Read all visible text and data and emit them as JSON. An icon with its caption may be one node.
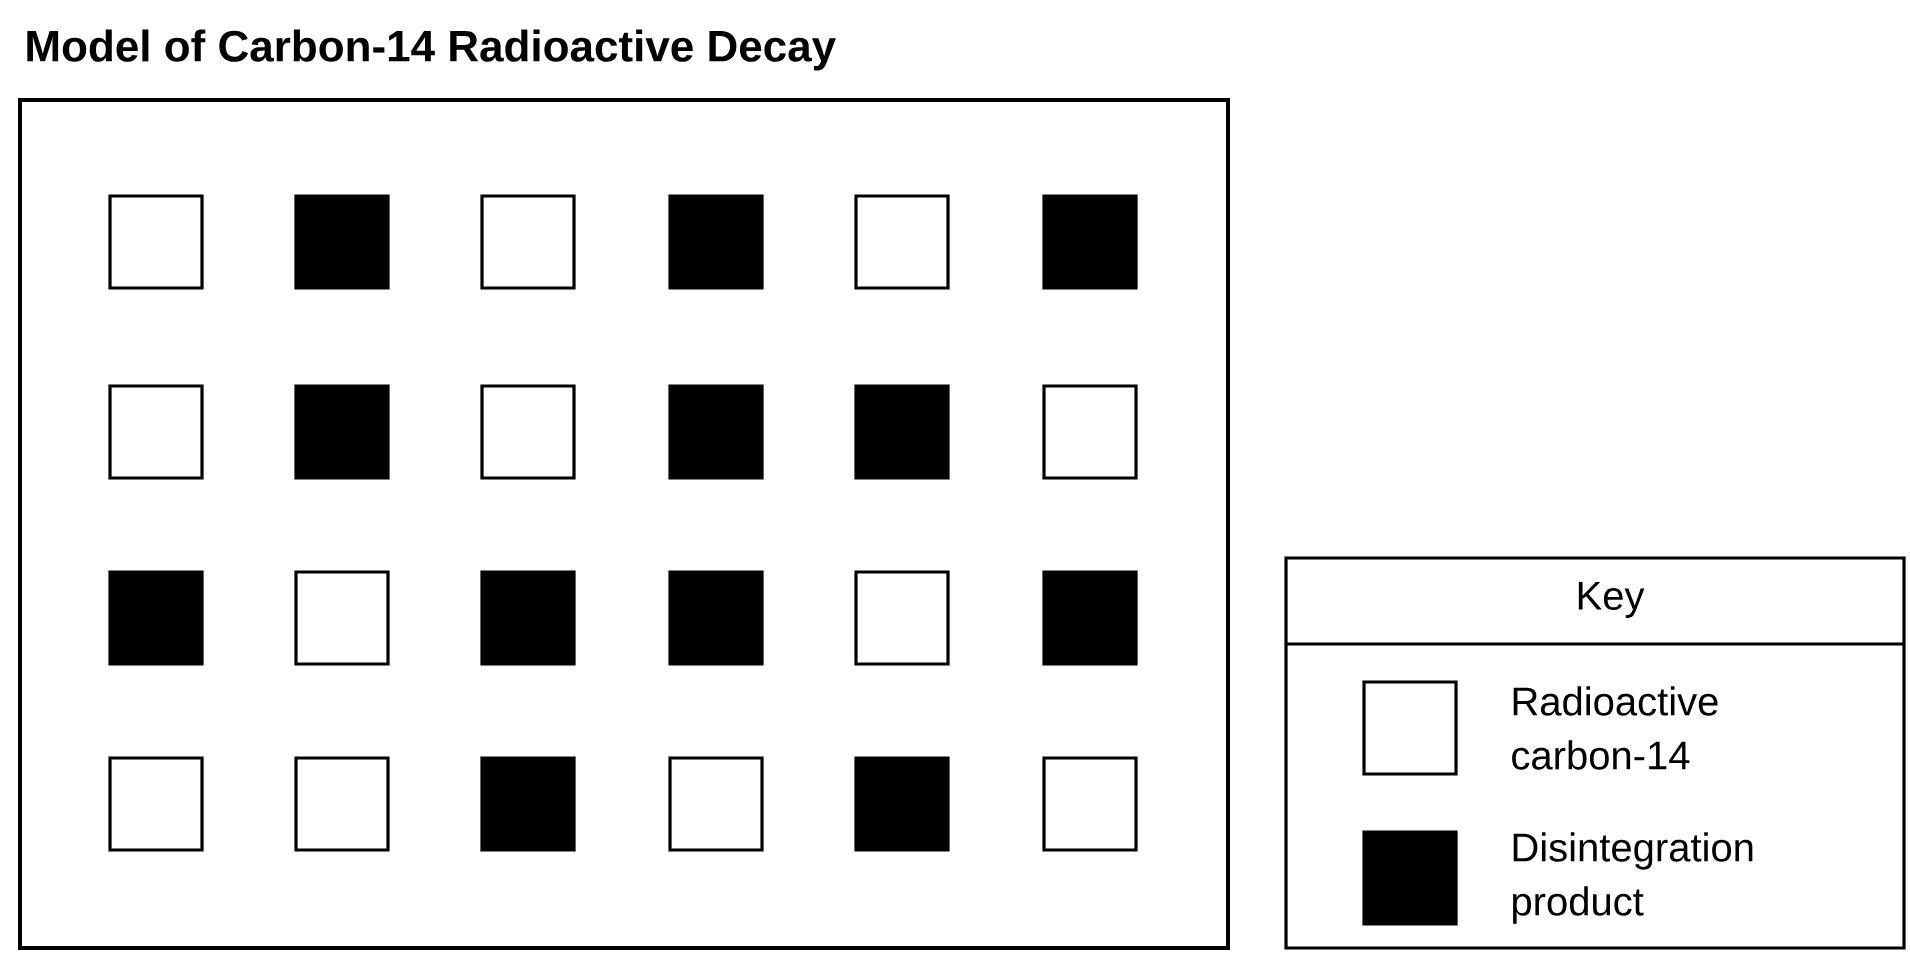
{
  "diagram": {
    "title": "Model of Carbon-14 Radioactive Decay",
    "labels": [
      "Key"
    ],
    "legend": [
      {
        "text": "Radioactive carbon-14"
      },
      {
        "text": "Disintegration product",
        "color": "#000000"
      }
    ]
  }
}
